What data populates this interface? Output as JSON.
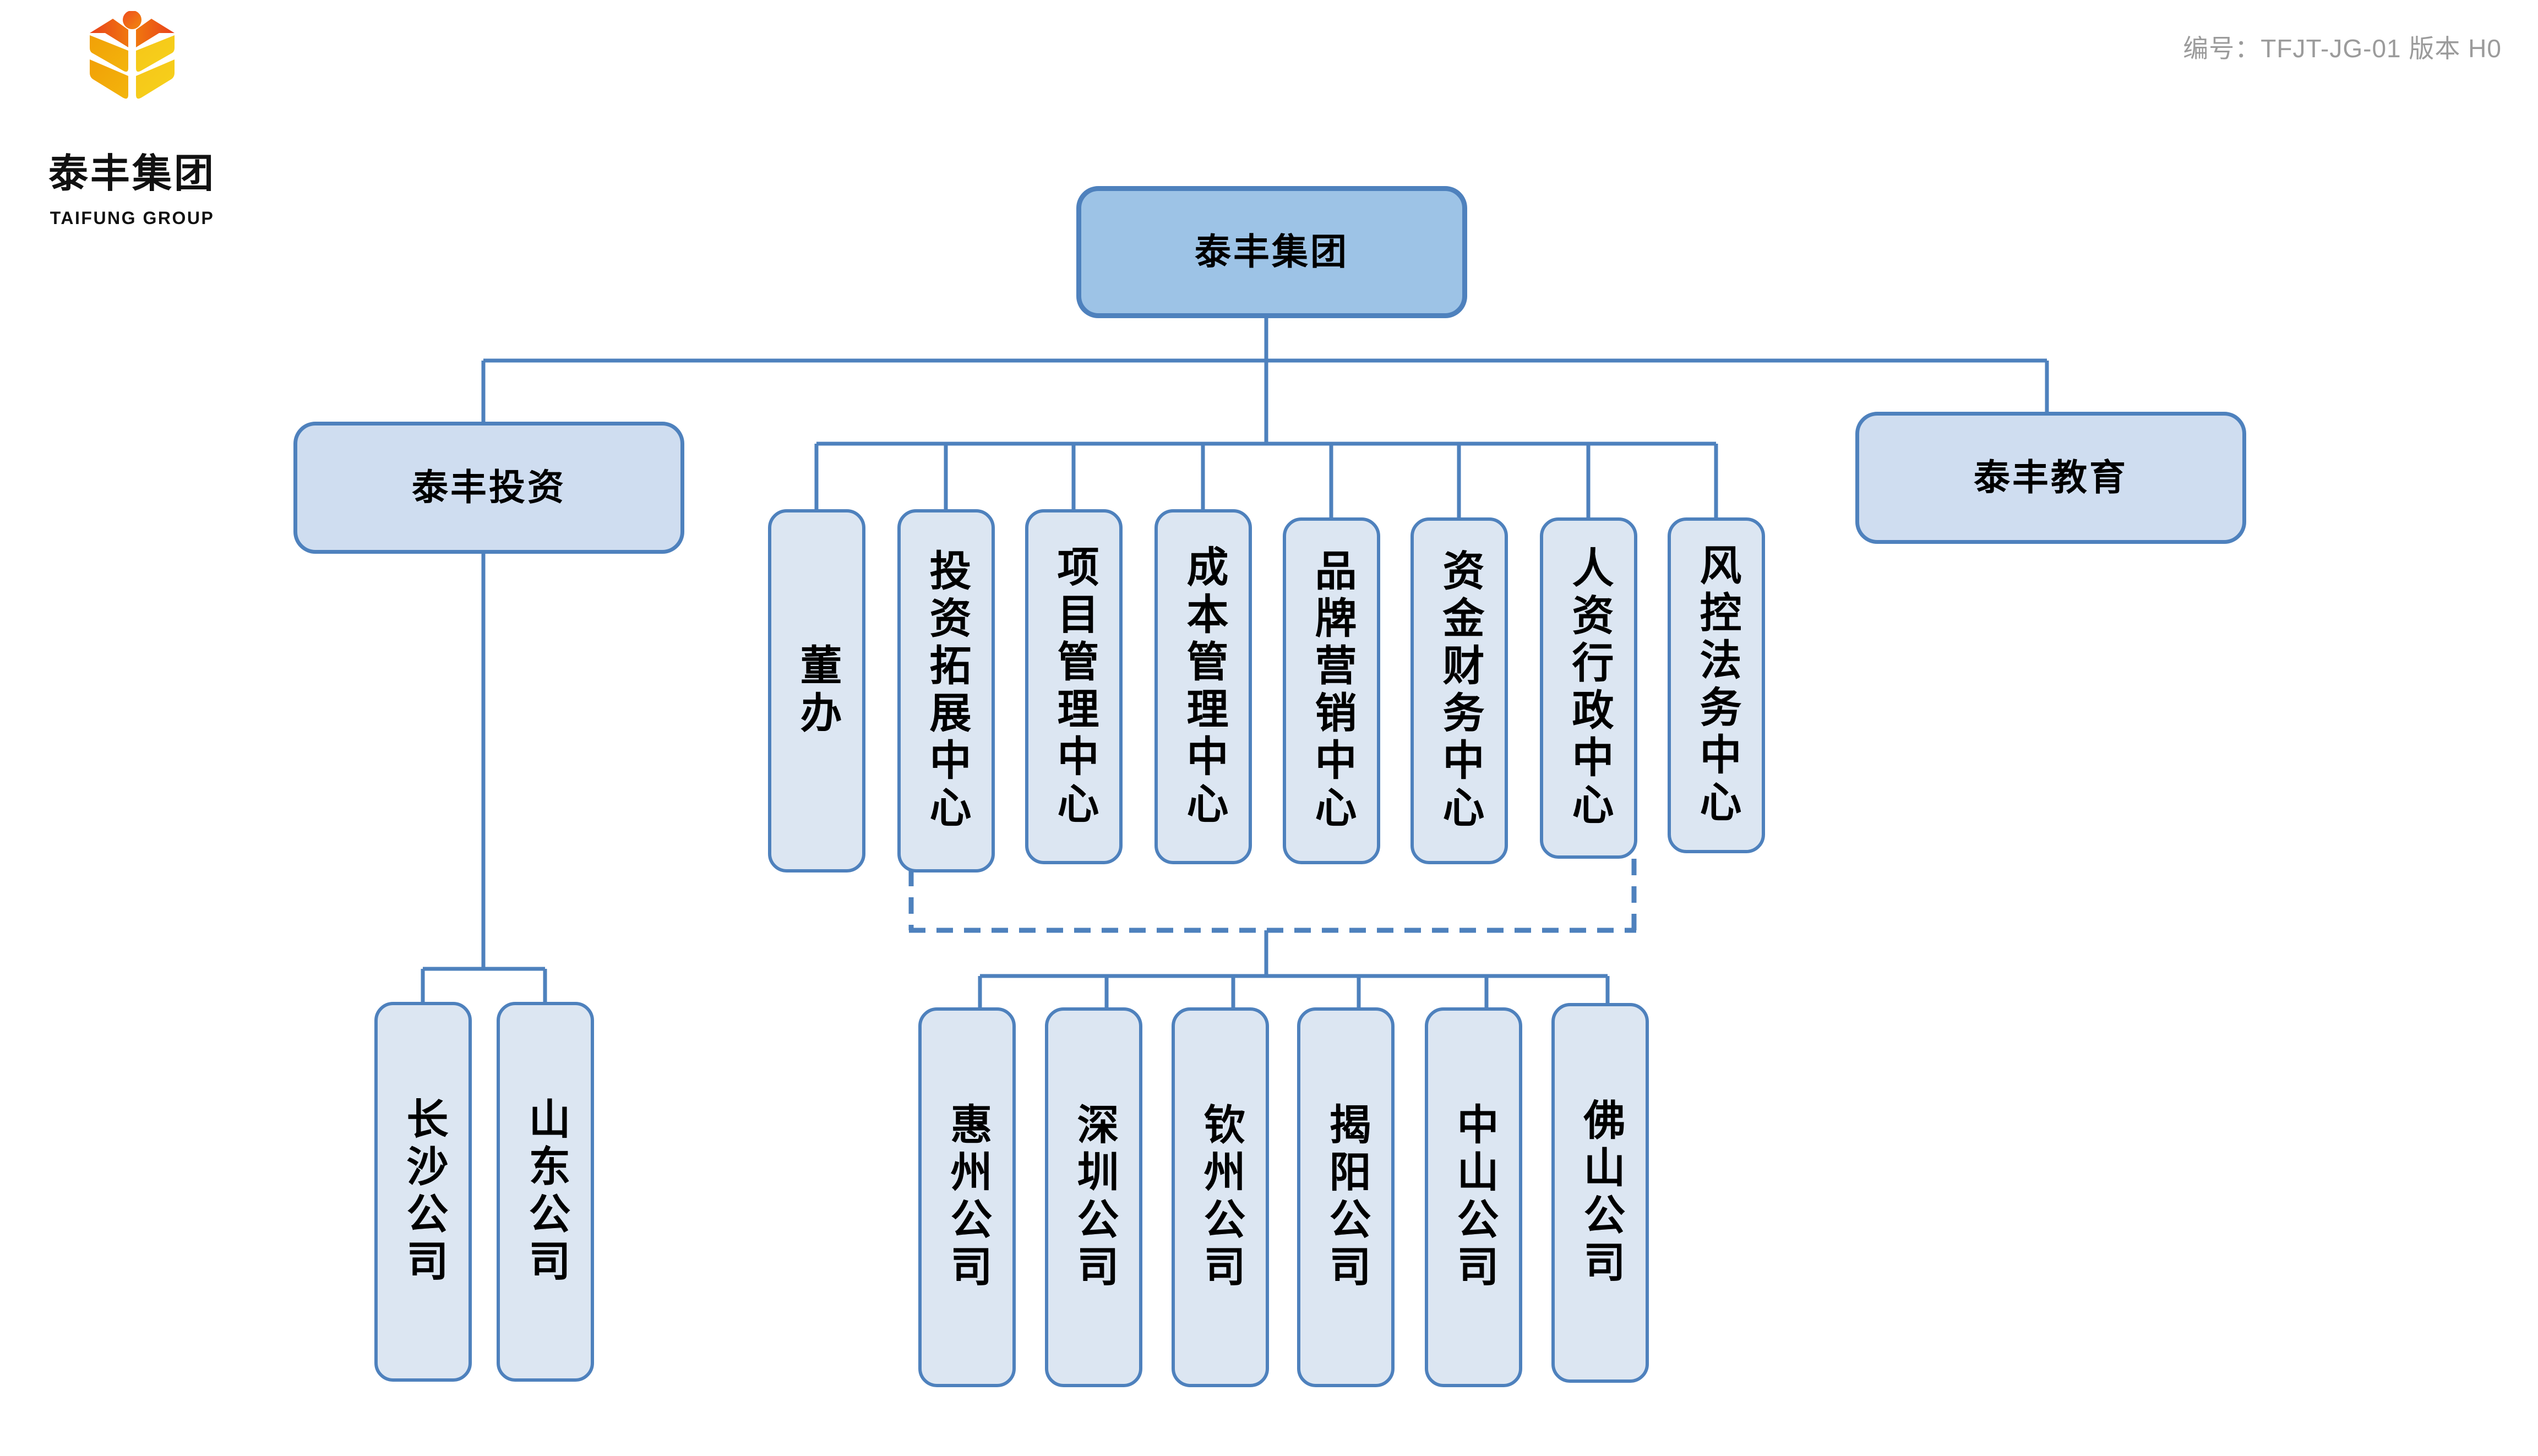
{
  "document": {
    "code_label": "编号：",
    "code_value": "TFJT-JG-01",
    "version_label": "版本",
    "version_value": "H0",
    "header_text": "编号：TFJT-JG-01  版本 H0"
  },
  "brand": {
    "logo_icon": "wheat-sheaf-logo",
    "name_cn": "泰丰集团",
    "name_en": "TAIFUNG GROUP",
    "colors": {
      "logo_red": "#E8401C",
      "logo_orange": "#F08A0E",
      "logo_yellow": "#F5C518",
      "logo_gold": "#F2B705"
    }
  },
  "theme": {
    "line_color": "#4E81BD",
    "node_border": "#4E81BD",
    "node_fill": "#DCE6F2",
    "root_fill": "#9DC3E6",
    "unit_fill": "#CFDDF0",
    "text_color": "#000000",
    "header_text_color": "#9B9B9B",
    "background": "#FFFFFF"
  },
  "chart": {
    "type": "org-chart",
    "root": {
      "id": "group",
      "label": "泰丰集团"
    },
    "units": [
      {
        "id": "invest",
        "label": "泰丰投资"
      },
      {
        "id": "education",
        "label": "泰丰教育"
      }
    ],
    "departments": [
      {
        "id": "dept-0",
        "label": "董办"
      },
      {
        "id": "dept-1",
        "label": "投资拓展中心"
      },
      {
        "id": "dept-2",
        "label": "项目管理中心"
      },
      {
        "id": "dept-3",
        "label": "成本管理中心"
      },
      {
        "id": "dept-4",
        "label": "品牌营销中心"
      },
      {
        "id": "dept-5",
        "label": "资金财务中心"
      },
      {
        "id": "dept-6",
        "label": "人资行政中心"
      },
      {
        "id": "dept-7",
        "label": "风控法务中心"
      }
    ],
    "invest_companies": [
      {
        "id": "inv-co-0",
        "label": "长沙公司"
      },
      {
        "id": "inv-co-1",
        "label": "山东公司"
      }
    ],
    "project_companies": [
      {
        "id": "prj-co-0",
        "label": "惠州公司"
      },
      {
        "id": "prj-co-1",
        "label": "深圳公司"
      },
      {
        "id": "prj-co-2",
        "label": "钦州公司"
      },
      {
        "id": "prj-co-3",
        "label": "揭阳公司"
      },
      {
        "id": "prj-co-4",
        "label": "中山公司"
      },
      {
        "id": "prj-co-5",
        "label": "佛山公司"
      }
    ],
    "edges": {
      "group_to_units": "solid",
      "group_to_departments": "solid",
      "departments_to_project_companies": "dashed",
      "invest_to_companies": "solid"
    }
  }
}
